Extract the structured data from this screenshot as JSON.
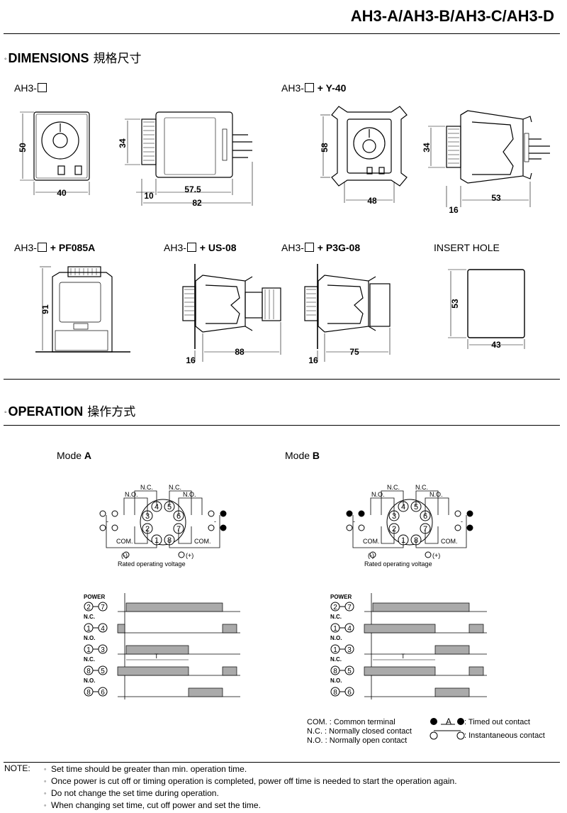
{
  "header": {
    "title": "AH3-A/AH3-B/AH3-C/AH3-D"
  },
  "dimensions": {
    "heading": "DIMENSIONS",
    "heading_cjk": "規格尺寸",
    "fig1": {
      "label_prefix": "AH3-",
      "label_suffix": "",
      "w": "40",
      "h": "50",
      "side_h": "34",
      "a": "10",
      "b": "57.5",
      "c": "82"
    },
    "fig2": {
      "label_prefix": "AH3-",
      "label_suffix": "+ Y-40",
      "w": "48",
      "h": "58",
      "side_h": "34",
      "a": "16",
      "b": "53"
    },
    "fig3": {
      "label_prefix": "AH3-",
      "label_suffix": "+ PF085A",
      "h": "91"
    },
    "fig4": {
      "label_prefix": "AH3-",
      "label_suffix": "+ US-08",
      "a": "16",
      "b": "88"
    },
    "fig5": {
      "label_prefix": "AH3-",
      "label_suffix": "+ P3G-08",
      "a": "16",
      "b": "75"
    },
    "fig6": {
      "label": "INSERT HOLE",
      "h": "53",
      "w": "43"
    }
  },
  "operation": {
    "heading": "OPERATION",
    "heading_cjk": "操作方式",
    "mode_a": {
      "label": "Mode",
      "letter": "A"
    },
    "mode_b": {
      "label": "Mode",
      "letter": "B"
    },
    "wiring": {
      "nc": "N.C.",
      "no": "N.O.",
      "com": "COM.",
      "minus": "(-)",
      "plus": "(+)",
      "rated": "Rated operating voltage",
      "pins": [
        "1",
        "2",
        "3",
        "4",
        "5",
        "6",
        "7",
        "8"
      ]
    },
    "timing": {
      "power": "POWER",
      "rows": [
        {
          "pair": [
            "2",
            "7"
          ],
          "tag": ""
        },
        {
          "pair": [
            "1",
            "4"
          ],
          "tag": "N.C."
        },
        {
          "pair": [
            "1",
            "3"
          ],
          "tag": "N.O."
        },
        {
          "pair": [
            "8",
            "5"
          ],
          "tag": "N.C."
        },
        {
          "pair": [
            "8",
            "6"
          ],
          "tag": "N.O."
        }
      ],
      "t_label": "T"
    },
    "legend": {
      "com": "COM. : Common terminal",
      "nc": "N.C.  : Normally closed contact",
      "no": "N.O.  : Normally open contact",
      "timed": ": Timed out contact",
      "inst": ": Instantaneous contact",
      "a_letter": "A"
    }
  },
  "notes": {
    "label": "NOTE:",
    "items": [
      "Set time should be greater than min. operation time.",
      "Once power is cut off or timing operation is completed, power off time is needed to start the operation again.",
      "Do not change the set time during operation.",
      "When changing set time, cut off power and set the time."
    ]
  }
}
